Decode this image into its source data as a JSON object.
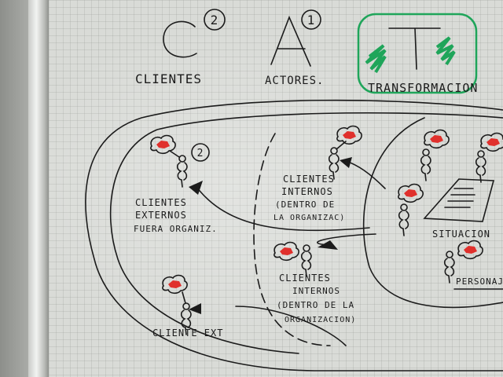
{
  "header": {
    "clientes": {
      "letter": "C",
      "number": "2",
      "label": "CLIENTES"
    },
    "actores": {
      "letter": "A",
      "number": "1",
      "label": "ACTORES."
    },
    "transformacion": {
      "letter": "T",
      "label": "TRANSFORMACION"
    }
  },
  "diagram": {
    "clientes_externos": {
      "number": "2",
      "lines": [
        "CLIENTES",
        "EXTERNOS",
        "FUERA ORGANIZ."
      ]
    },
    "clientes_internos_top": {
      "lines": [
        "CLIENTES",
        "INTERNOS",
        "(DENTRO DE",
        "LA ORGANIZAC)"
      ]
    },
    "clientes_internos_bottom": {
      "lines": [
        "CLIENTES",
        "INTERNOS",
        "(DENTRO DE LA",
        "ORGANIZACION)"
      ]
    },
    "cliente_ext": {
      "label": "CLIENTE EXT"
    },
    "situacion": {
      "label": "SITUACION"
    },
    "personajes": {
      "label": "PERSONAJES"
    },
    "colors": {
      "ink": "#1b1b1b",
      "red": "#e0302c",
      "green": "#1fa55a"
    }
  }
}
